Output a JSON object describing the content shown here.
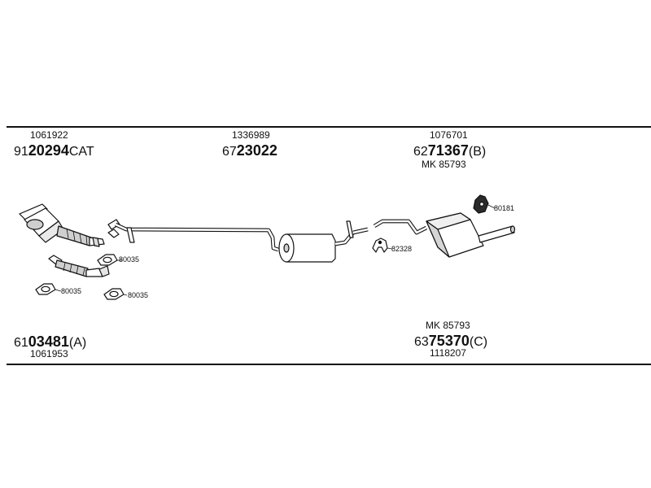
{
  "groups": {
    "front_top": {
      "part_no": "1061922",
      "prefix": "91",
      "main": "20294",
      "suffix": "CAT"
    },
    "mid_top": {
      "part_no": "1336989",
      "prefix": "67",
      "main": "23022",
      "suffix": ""
    },
    "rear_top": {
      "part_no": "1076701",
      "prefix": "62",
      "main": "71367",
      "suffix": "(B)",
      "kit": "MK 85793"
    },
    "front_bottom": {
      "part_no": "1061953",
      "prefix": "61",
      "main": "03481",
      "suffix": "(A)"
    },
    "rear_bottom": {
      "part_no": "1118207",
      "prefix": "63",
      "main": "75370",
      "suffix": "(C)",
      "kit": "MK 85793"
    }
  },
  "callouts": {
    "gasket_a": "80035",
    "gasket_b": "80035",
    "gasket_c": "80035",
    "hanger_mid": "82328",
    "hanger_rear": "80181"
  }
}
